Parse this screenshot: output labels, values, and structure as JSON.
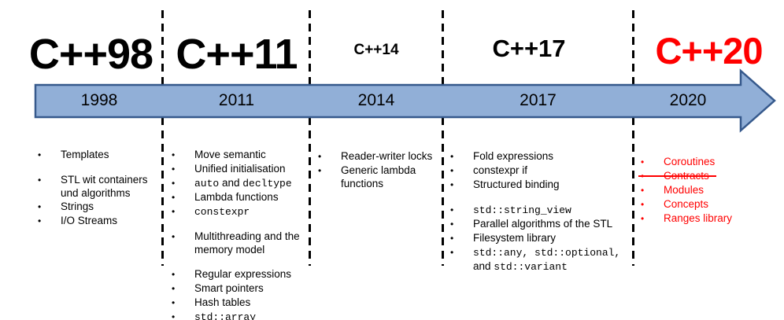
{
  "colors": {
    "arrow_fill": "#91afd7",
    "arrow_border": "#36598c",
    "highlight": "#ff0000",
    "text": "#000000"
  },
  "icons": {
    "bullet": "•"
  },
  "sections": [
    {
      "id": "cpp98",
      "title": "C++98",
      "year": "1998",
      "title_color": "#000000",
      "feature_groups": [
        [
          {
            "strike": false,
            "segments": [
              {
                "text": "Templates",
                "mono": false
              }
            ]
          }
        ],
        [
          {
            "strike": false,
            "segments": [
              {
                "text": "STL wit containers und algorithms",
                "mono": false
              }
            ]
          },
          {
            "strike": false,
            "segments": [
              {
                "text": "Strings",
                "mono": false
              }
            ]
          },
          {
            "strike": false,
            "segments": [
              {
                "text": "I/O Streams",
                "mono": false
              }
            ]
          }
        ]
      ]
    },
    {
      "id": "cpp11",
      "title": "C++11",
      "year": "2011",
      "title_color": "#000000",
      "feature_groups": [
        [
          {
            "strike": false,
            "segments": [
              {
                "text": "Move semantic",
                "mono": false
              }
            ]
          },
          {
            "strike": false,
            "segments": [
              {
                "text": "Unified initialisation",
                "mono": false
              }
            ]
          },
          {
            "strike": false,
            "segments": [
              {
                "text": "auto",
                "mono": true
              },
              {
                "text": " and ",
                "mono": false
              },
              {
                "text": "decltype",
                "mono": true
              }
            ]
          },
          {
            "strike": false,
            "segments": [
              {
                "text": "Lambda functions",
                "mono": false
              }
            ]
          },
          {
            "strike": false,
            "segments": [
              {
                "text": "constexpr",
                "mono": true
              }
            ]
          }
        ],
        [
          {
            "strike": false,
            "segments": [
              {
                "text": "Multithreading and the memory model",
                "mono": false
              }
            ]
          }
        ],
        [
          {
            "strike": false,
            "segments": [
              {
                "text": "Regular expressions",
                "mono": false
              }
            ]
          },
          {
            "strike": false,
            "segments": [
              {
                "text": "Smart pointers",
                "mono": false
              }
            ]
          },
          {
            "strike": false,
            "segments": [
              {
                "text": "Hash tables",
                "mono": false
              }
            ]
          },
          {
            "strike": false,
            "segments": [
              {
                "text": "std::array",
                "mono": true
              }
            ]
          }
        ]
      ]
    },
    {
      "id": "cpp14",
      "title": "C++14",
      "year": "2014",
      "title_color": "#000000",
      "feature_groups": [
        [
          {
            "strike": false,
            "segments": [
              {
                "text": "Reader-writer locks",
                "mono": false
              }
            ]
          },
          {
            "strike": false,
            "segments": [
              {
                "text": "Generic lambda functions",
                "mono": false
              }
            ]
          }
        ]
      ]
    },
    {
      "id": "cpp17",
      "title": "C++17",
      "year": "2017",
      "title_color": "#000000",
      "feature_groups": [
        [
          {
            "strike": false,
            "segments": [
              {
                "text": "Fold expressions",
                "mono": false
              }
            ]
          },
          {
            "strike": false,
            "segments": [
              {
                "text": "constexpr if",
                "mono": false
              }
            ]
          },
          {
            "strike": false,
            "segments": [
              {
                "text": "Structured binding",
                "mono": false
              }
            ]
          }
        ],
        [
          {
            "strike": false,
            "segments": [
              {
                "text": "std::string_view",
                "mono": true
              }
            ]
          },
          {
            "strike": false,
            "segments": [
              {
                "text": "Parallel algorithms of the STL",
                "mono": false
              }
            ]
          },
          {
            "strike": false,
            "segments": [
              {
                "text": "Filesystem library",
                "mono": false
              }
            ]
          },
          {
            "strike": false,
            "segments": [
              {
                "text": "std::any, std::optional,",
                "mono": true
              },
              {
                "text": " and ",
                "mono": false
              },
              {
                "text": "std::variant",
                "mono": true
              }
            ]
          }
        ]
      ]
    },
    {
      "id": "cpp20",
      "title": "C++20",
      "year": "2020",
      "title_color": "#ff0000",
      "feature_groups": [
        [
          {
            "strike": false,
            "segments": [
              {
                "text": "Coroutines",
                "mono": false
              }
            ]
          },
          {
            "strike": true,
            "segments": [
              {
                "text": "Contracts",
                "mono": false
              }
            ]
          },
          {
            "strike": false,
            "segments": [
              {
                "text": "Modules",
                "mono": false
              }
            ]
          },
          {
            "strike": false,
            "segments": [
              {
                "text": "Concepts",
                "mono": false
              }
            ]
          },
          {
            "strike": false,
            "segments": [
              {
                "text": "Ranges library",
                "mono": false
              }
            ]
          }
        ]
      ]
    }
  ]
}
